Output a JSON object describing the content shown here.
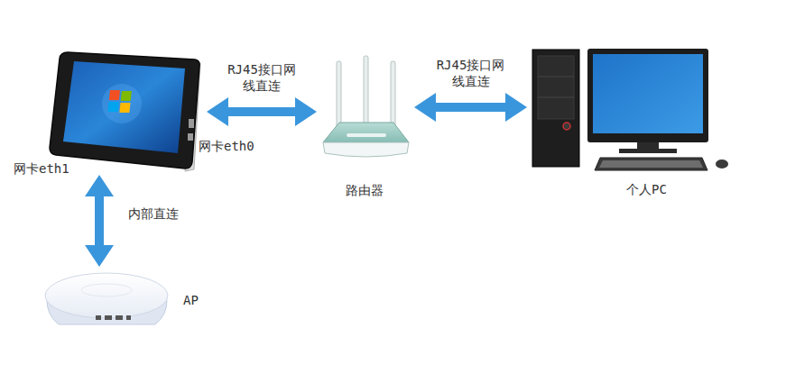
{
  "diagram": {
    "nodes": [
      {
        "text": [
          "网卡eth0",
          "网卡eth1"
        ]
      },
      {
        "text": [
          "路由器"
        ]
      },
      {
        "text": [
          "个人PC"
        ]
      },
      {
        "text": [
          "AP"
        ]
      }
    ],
    "edges": [
      {
        "from": 0,
        "to": 1,
        "label": "RJ45接口网线直连",
        "arrow": "both"
      },
      {
        "from": 1,
        "to": 2,
        "label": "RJ45接口网线直连",
        "arrow": "both"
      },
      {
        "from": 0,
        "to": 3,
        "label": "内部直连",
        "arrow": "both"
      }
    ]
  }
}
